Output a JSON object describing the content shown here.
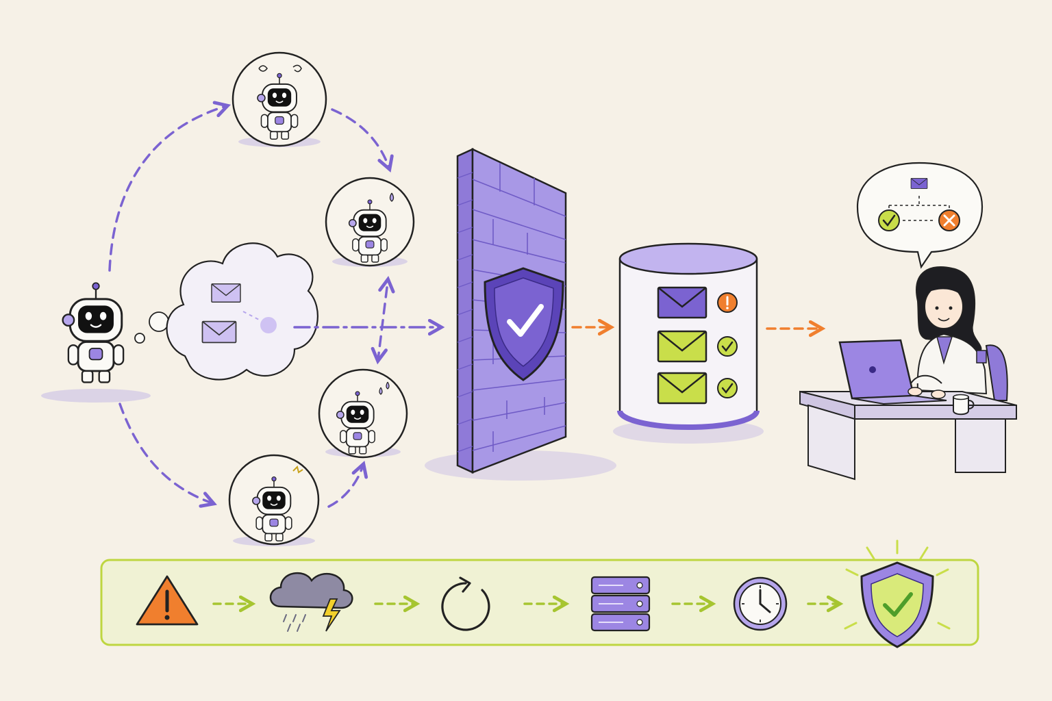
{
  "diagram": {
    "agents": [
      {
        "id": "robot-confused",
        "icon": "robot-confused-icon",
        "mood": "confused"
      },
      {
        "id": "robot-sweating",
        "icon": "robot-sweating-icon",
        "mood": "worried"
      },
      {
        "id": "robot-nervous",
        "icon": "robot-nervous-icon",
        "mood": "nervous"
      },
      {
        "id": "robot-frustrated",
        "icon": "robot-frustrated-icon",
        "mood": "frustrated"
      }
    ],
    "queue_items": [
      {
        "icon": "envelope-icon",
        "color": "#7b63d1",
        "status": "warning"
      },
      {
        "icon": "envelope-icon",
        "color": "#c9de4a",
        "status": "ok"
      },
      {
        "icon": "envelope-icon",
        "color": "#c9de4a",
        "status": "ok"
      }
    ],
    "decision_bubble": [
      "envelope-icon",
      "check-circle-icon",
      "x-circle-icon"
    ],
    "timeline_steps": [
      "warning-triangle-icon",
      "storm-cloud-icon",
      "retry-arrow-icon",
      "server-stack-icon",
      "clock-icon",
      "shield-check-icon"
    ]
  },
  "colors": {
    "background": "#f6f1e7",
    "purple": "#7b63d1",
    "purple_light": "#b6a6ec",
    "orange": "#f07f2e",
    "lime": "#c9de4a",
    "ink": "#222222"
  }
}
